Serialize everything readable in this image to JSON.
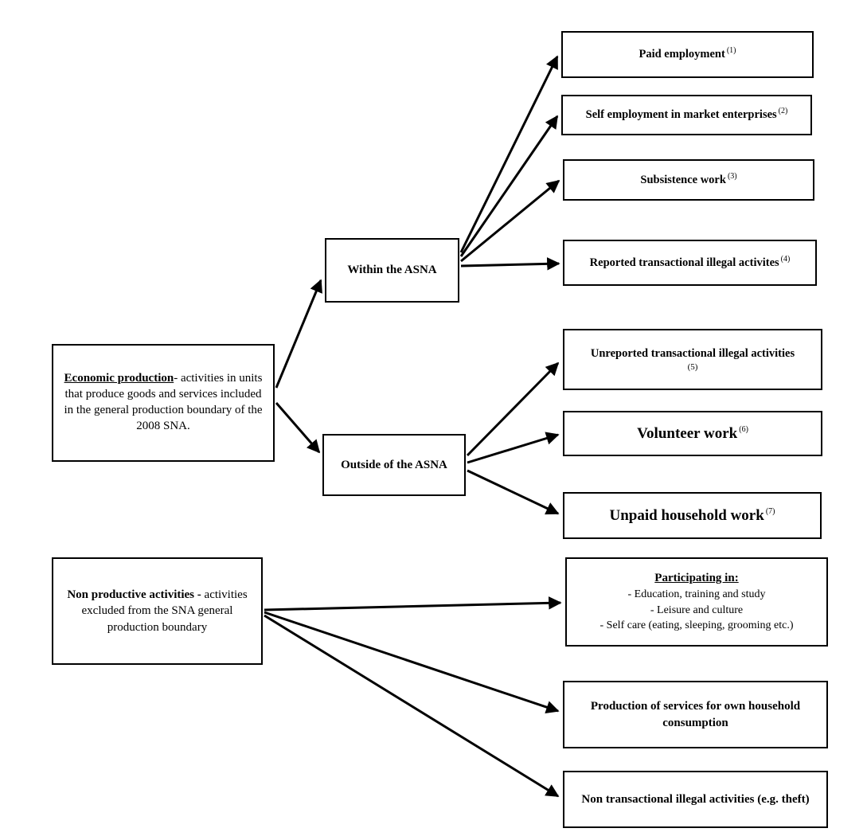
{
  "colors": {
    "line": "#000000",
    "background": "#ffffff"
  },
  "boxes": {
    "economic": {
      "lead": "Economic production",
      "rest": "- activities in units that produce goods and services included in the general production boundary of the 2008 SNA."
    },
    "nonproductive": {
      "lead": "Non productive activities -",
      "rest": "activities excluded from the SNA general production boundary"
    },
    "within": {
      "label": "Within the ASNA"
    },
    "outside": {
      "label": "Outside of the ASNA"
    },
    "paid": {
      "label": "Paid employment",
      "note": "(1)"
    },
    "selfemp": {
      "label": "Self employment in market enterprises",
      "note": "(2)"
    },
    "subsistence": {
      "label": "Subsistence work",
      "note": "(3)"
    },
    "reported": {
      "label": "Reported transactional illegal activites",
      "note": "(4)"
    },
    "unreported": {
      "label": "Unreported transactional illegal activities",
      "note": "(5)"
    },
    "volunteer": {
      "label": "Volunteer work",
      "note": "(6)"
    },
    "unpaid": {
      "label": "Unpaid household work",
      "note": "(7)"
    },
    "participating": {
      "title": "Participating in:",
      "items": [
        "- Education, training and study",
        "- Leisure and culture",
        "- Self care (eating, sleeping, grooming etc.)"
      ]
    },
    "ownhousehold": {
      "label": "Production of services for own household consumption"
    },
    "nontransactional": {
      "label": "Non transactional illegal activities (e.g. theft)"
    }
  }
}
